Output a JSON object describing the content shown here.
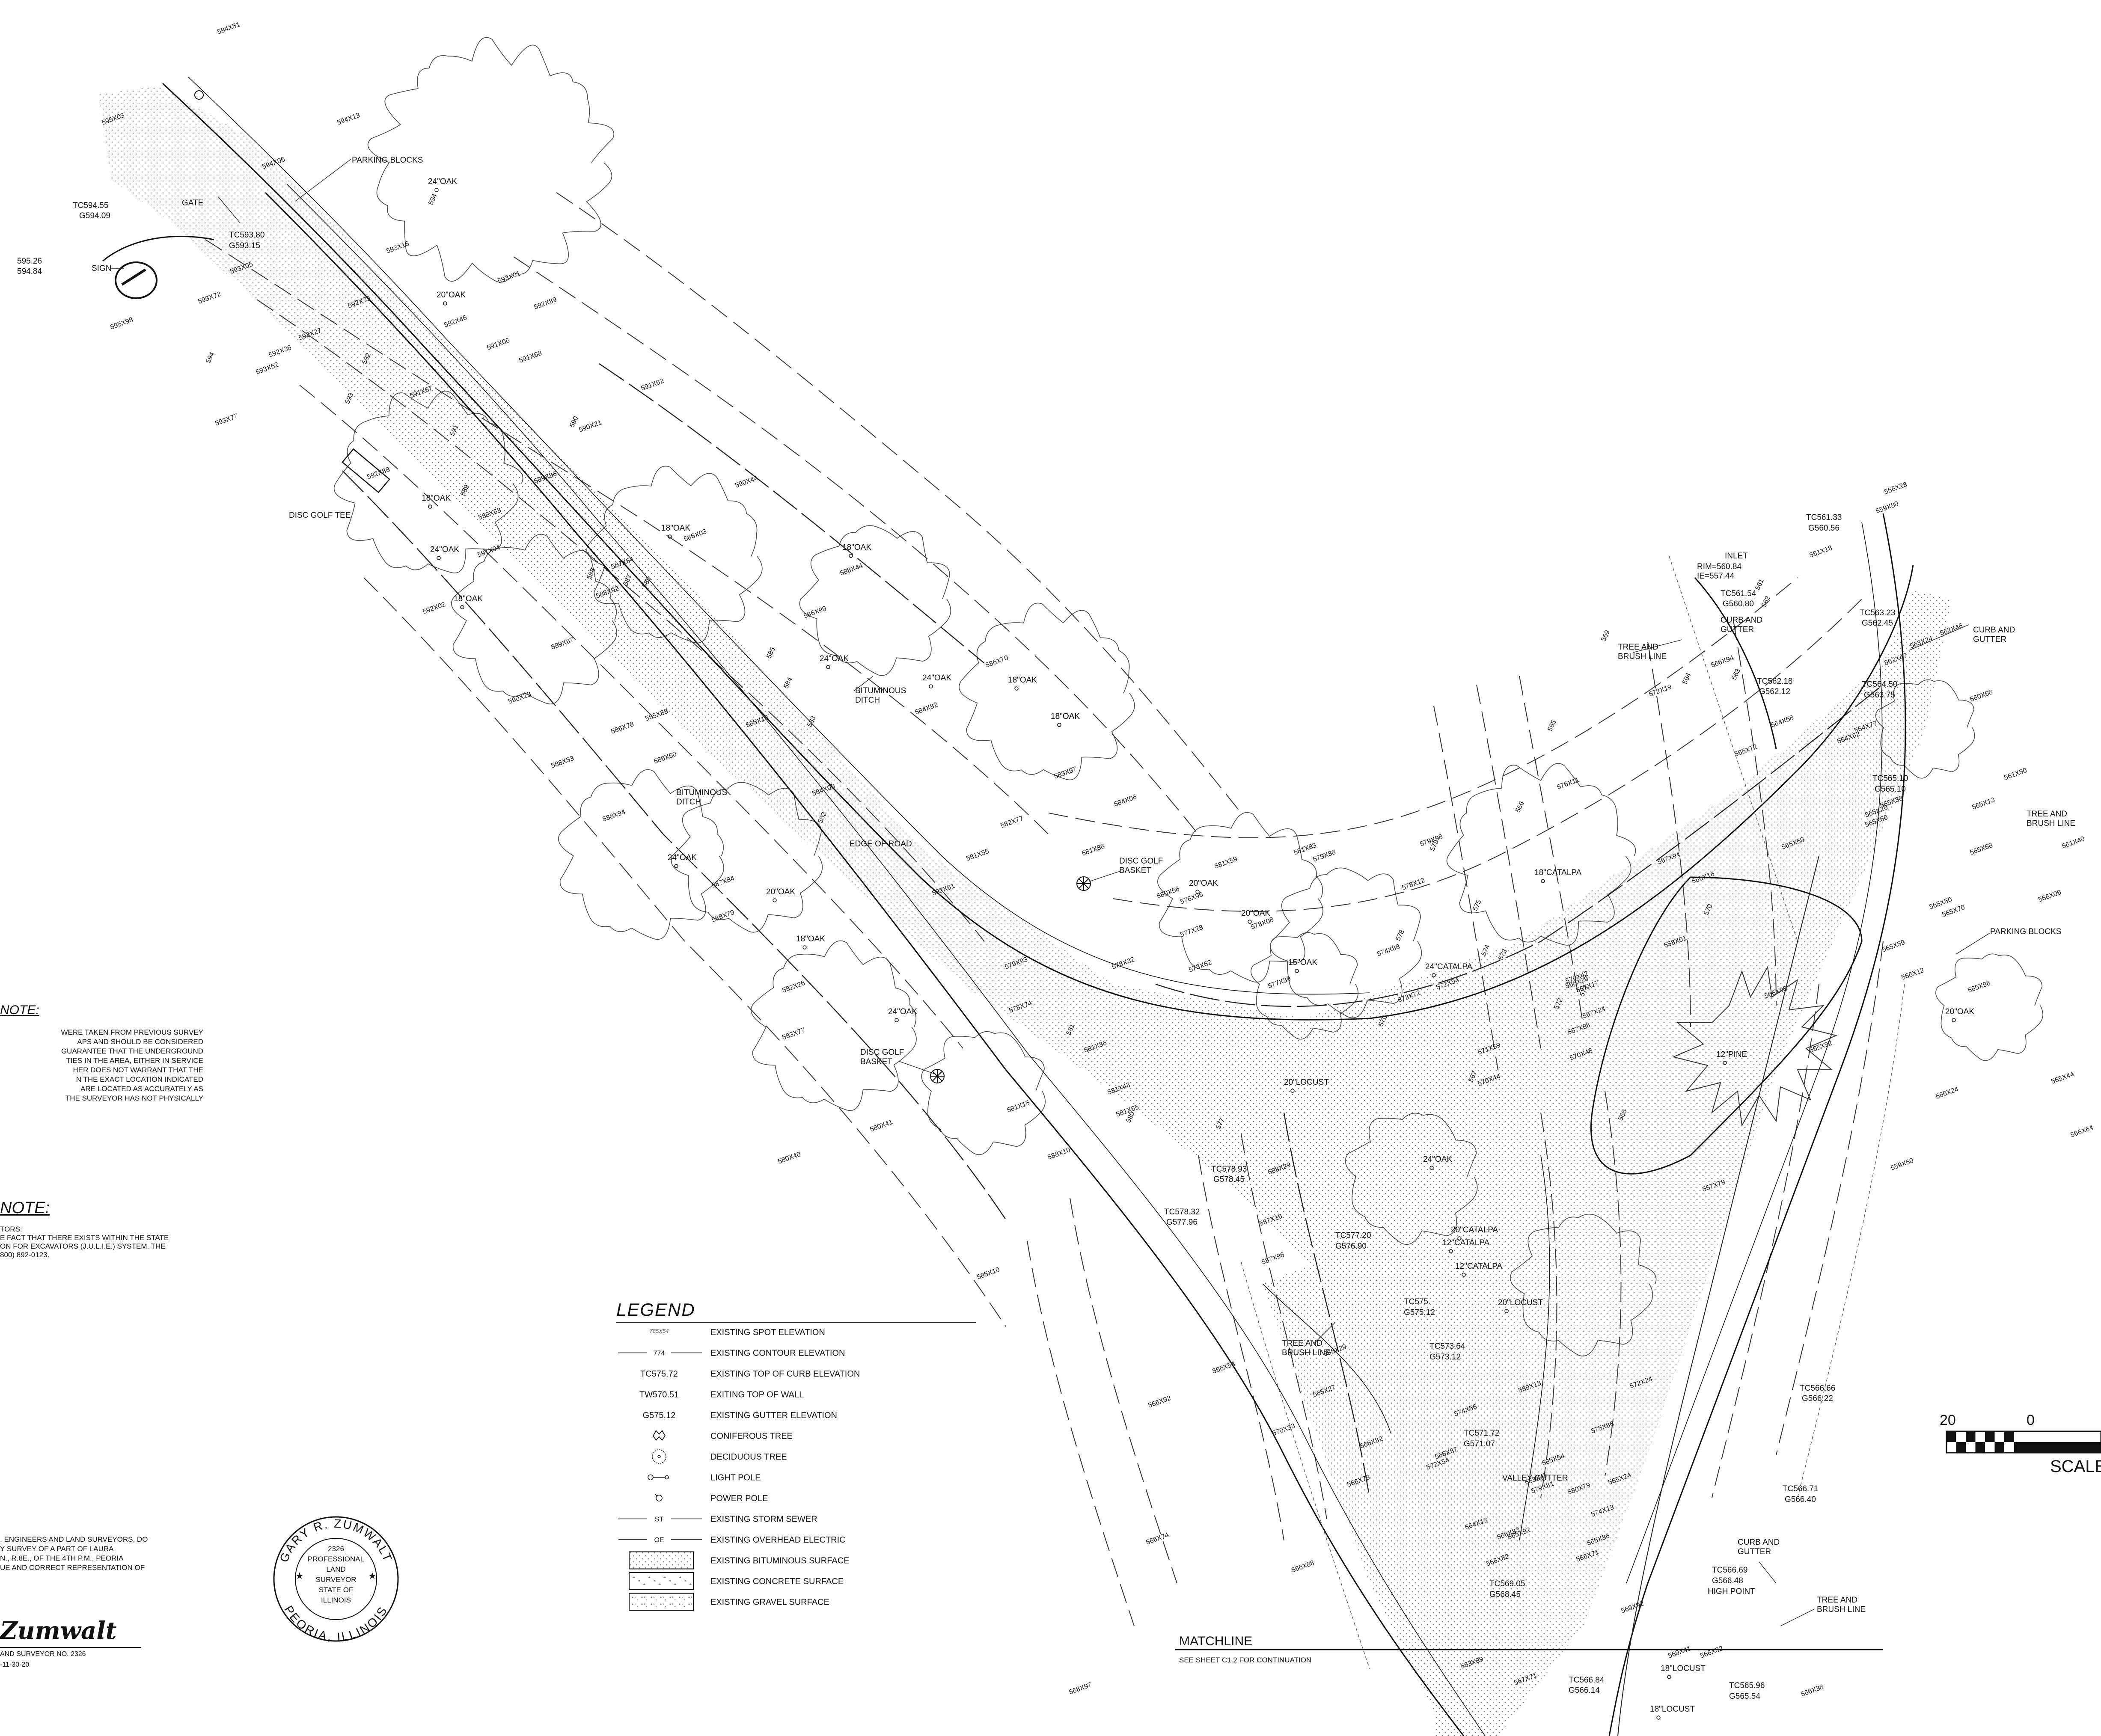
{
  "sheet": {
    "matchline": "MATCHLINE",
    "continuation": "SEE SHEET C1.2 FOR CONTINUATION",
    "scale_label": "SCALE",
    "scale_ticks": [
      "20",
      "0"
    ]
  },
  "notes": {
    "utility_title": "NOTE:",
    "utility_lines": [
      "WERE TAKEN FROM PREVIOUS SURVEY",
      "APS AND SHOULD BE CONSIDERED",
      "GUARANTEE THAT THE UNDERGROUND",
      "TIES IN THE AREA, EITHER IN SERVICE",
      "HER DOES NOT WARRANT THAT THE",
      "N THE EXACT LOCATION INDICATED",
      "ARE LOCATED AS ACCURATELY AS",
      "THE SURVEYOR HAS NOT PHYSICALLY"
    ],
    "julie_title": "NOTE:",
    "julie_lines": [
      "TORS:",
      "E FACT THAT THERE EXISTS WITHIN THE STATE",
      "ON FOR EXCAVATORS (J.U.L.I.E.) SYSTEM. THE",
      "800) 892-0123."
    ]
  },
  "certification": {
    "lines": [
      ", ENGINEERS AND LAND SURVEYORS, DO",
      "Y SURVEY OF A PART OF LAURA",
      "N., R.8E., OF THE 4TH P.M., PEORIA",
      "UE AND CORRECT REPRESENTATION OF"
    ],
    "signature": "Zumwalt",
    "surveyor_line": "AND SURVEYOR NO. 2326",
    "date_line": "-11-30-20"
  },
  "seal": {
    "top_arc": "GARY R. ZUMWALT",
    "bottom_arc": "PEORIA, ILLINOIS",
    "center": [
      "2326",
      "PROFESSIONAL",
      "LAND",
      "SURVEYOR",
      "STATE OF",
      "ILLINOIS"
    ]
  },
  "legend": {
    "title": "LEGEND",
    "items": [
      {
        "sample": "785X54",
        "label": "EXISTING SPOT ELEVATION"
      },
      {
        "sample": "774",
        "label": "EXISTING CONTOUR ELEVATION"
      },
      {
        "sample": "TC575.72",
        "label": "EXISTING TOP OF CURB ELEVATION"
      },
      {
        "sample": "TW570.51",
        "label": "EXITING TOP OF WALL"
      },
      {
        "sample": "G575.12",
        "label": "EXISTING GUTTER ELEVATION"
      },
      {
        "sample": "",
        "label": "CONIFEROUS TREE"
      },
      {
        "sample": "",
        "label": "DECIDUOUS TREE"
      },
      {
        "sample": "",
        "label": "LIGHT POLE"
      },
      {
        "sample": "",
        "label": "POWER POLE"
      },
      {
        "sample": "ST",
        "label": "EXISTING STORM SEWER"
      },
      {
        "sample": "OE",
        "label": "EXISTING OVERHEAD ELECTRIC"
      },
      {
        "sample": "",
        "label": "EXISTING BITUMINOUS SURFACE"
      },
      {
        "sample": "",
        "label": "EXISTING CONCRETE SURFACE"
      },
      {
        "sample": "",
        "label": "EXISTING GRAVEL SURFACE"
      }
    ]
  },
  "features": [
    "PARKING BLOCKS",
    "GATE",
    "SIGN",
    "DISC GOLF TEE",
    "BITUMINOUS DITCH",
    "BITUMINOUS DITCH",
    "EDGE OF ROAD",
    "DISC GOLF BASKET",
    "DISC GOLF BASKET",
    "TREE AND BRUSH LINE",
    "CURB AND GUTTER",
    "INLET",
    "RIM=560.84",
    "IE=557.44",
    "CURB AND GUTTER",
    "TREE AND BRUSH LINE",
    "PARKING BLOCKS",
    "TREE AND BRUSH LINE",
    "VALLEY GUTTER",
    "CURB AND GUTTER",
    "HIGH POINT",
    "TREE AND BRUSH LINE"
  ],
  "trees": [
    "24\"OAK",
    "20\"OAK",
    "18\"OAK",
    "24\"OAK",
    "18\"OAK",
    "18\"OAK",
    "18\"OAK",
    "24\"OAK",
    "24\"OAK",
    "18\"OAK",
    "18\"OAK",
    "18\"OAK",
    "24\"OAK",
    "20\"OAK",
    "18\"OAK",
    "24\"OAK",
    "20\"OAK",
    "20\"OAK",
    "18\"CATALPA",
    "15\"OAK",
    "24\"CATALPA",
    "20\"LOCUST",
    "24\"OAK",
    "20\"CATALPA",
    "12\"CATALPA",
    "12\"CATALPA",
    "20\"LOCUST",
    "12\"PINE",
    "20\"OAK",
    "18\"LOCUST",
    "18\"LOCUST"
  ],
  "curb_elevations": [
    "TC594.55",
    "G594.09",
    "TC593.80",
    "G593.15",
    "595.26",
    "594.84",
    "TC561.33",
    "G560.56",
    "TC561.54",
    "G560.80",
    "TC563.23",
    "G562.45",
    "TC562.18",
    "G562.12",
    "TC564.50",
    "G563.75",
    "TC565.10",
    "G565.10",
    "TC578.93",
    "G578.45",
    "TC578.32",
    "G577.96",
    "TC577.20",
    "G576.90",
    "TC575.",
    "G575.12",
    "TC573.64",
    "G573.12",
    "TC571.72",
    "G571.07",
    "TC569.05",
    "G568.45",
    "TC566.66",
    "G566.22",
    "TC566.71",
    "G566.40",
    "TC566.69",
    "G566.48",
    "TC566.84",
    "G566.14",
    "TC565.96",
    "G565.54"
  ],
  "spot_elevations": [
    "594X51",
    "595X03",
    "594X13",
    "594X06",
    "593X16",
    "593X05",
    "593X72",
    "595X98",
    "592X36",
    "592X27",
    "593X52",
    "593X77",
    "592X75",
    "592X46",
    "593X01",
    "592X89",
    "591X06",
    "591X68",
    "591X62",
    "591X67",
    "590X21",
    "589X86",
    "590X44",
    "588X63",
    "591X04",
    "592X02",
    "592X88",
    "588X92",
    "587X54",
    "586X03",
    "588X44",
    "586X99",
    "586X70",
    "590X23",
    "589X67",
    "586X78",
    "585X88",
    "588X53",
    "586X60",
    "585X18",
    "584X82",
    "584X00",
    "582X77",
    "584X06",
    "583X97",
    "588X94",
    "587X84",
    "588X79",
    "582X61",
    "581X55",
    "581X88",
    "581X59",
    "581X83",
    "580X56",
    "579X88",
    "579X98",
    "578X12",
    "577X28",
    "576X96",
    "578X08",
    "577X39",
    "574X88",
    "576X11",
    "572X19",
    "566X94",
    "567X94",
    "566X16",
    "565X59",
    "565X72",
    "564X58",
    "564X62",
    "564X77",
    "565X20",
    "565X38",
    "565X60",
    "563X24",
    "562X46",
    "562X47",
    "561X18",
    "556X28",
    "559X80",
    "560X68",
    "561X50",
    "561X40",
    "565X13",
    "565X68",
    "566X06",
    "565X50",
    "565X70",
    "565X98",
    "565X59",
    "566X12",
    "565X92",
    "566X05",
    "566X24",
    "565X44",
    "566X64",
    "559X50",
    "557X79",
    "558X01",
    "567X24",
    "567X17",
    "567X88",
    "568X29",
    "570X44",
    "570X48",
    "571X59",
    "570X42",
    "572X54",
    "573X72",
    "573X62",
    "578X32",
    "579X93",
    "578X74",
    "581X36",
    "581X43",
    "581X15",
    "581X65",
    "580X41",
    "580X40",
    "582X26",
    "583X77",
    "585X10",
    "588X10",
    "587X16",
    "587X96",
    "588X29",
    "588X29",
    "589X13",
    "585X54",
    "583X45",
    "580X79",
    "579X81",
    "575X86",
    "574X13",
    "574X56",
    "572X54",
    "572X24",
    "566X87",
    "566X83",
    "566X82",
    "566X71",
    "565X92",
    "565X24",
    "565X86",
    "564X13",
    "563X89",
    "565X27",
    "566X79",
    "566X82",
    "566X88",
    "566X54",
    "566X92",
    "566X74",
    "570X33",
    "569X92",
    "569X41",
    "567X71",
    "566X32",
    "566X38",
    "568X97"
  ],
  "contours": [
    "594",
    "594",
    "593",
    "592",
    "591",
    "590",
    "589",
    "588",
    "587",
    "586",
    "585",
    "584",
    "583",
    "582",
    "581",
    "580",
    "579",
    "578",
    "577",
    "576",
    "575",
    "574",
    "573",
    "572",
    "571",
    "570",
    "569",
    "568",
    "567",
    "566",
    "565",
    "564",
    "563",
    "562",
    "561"
  ]
}
